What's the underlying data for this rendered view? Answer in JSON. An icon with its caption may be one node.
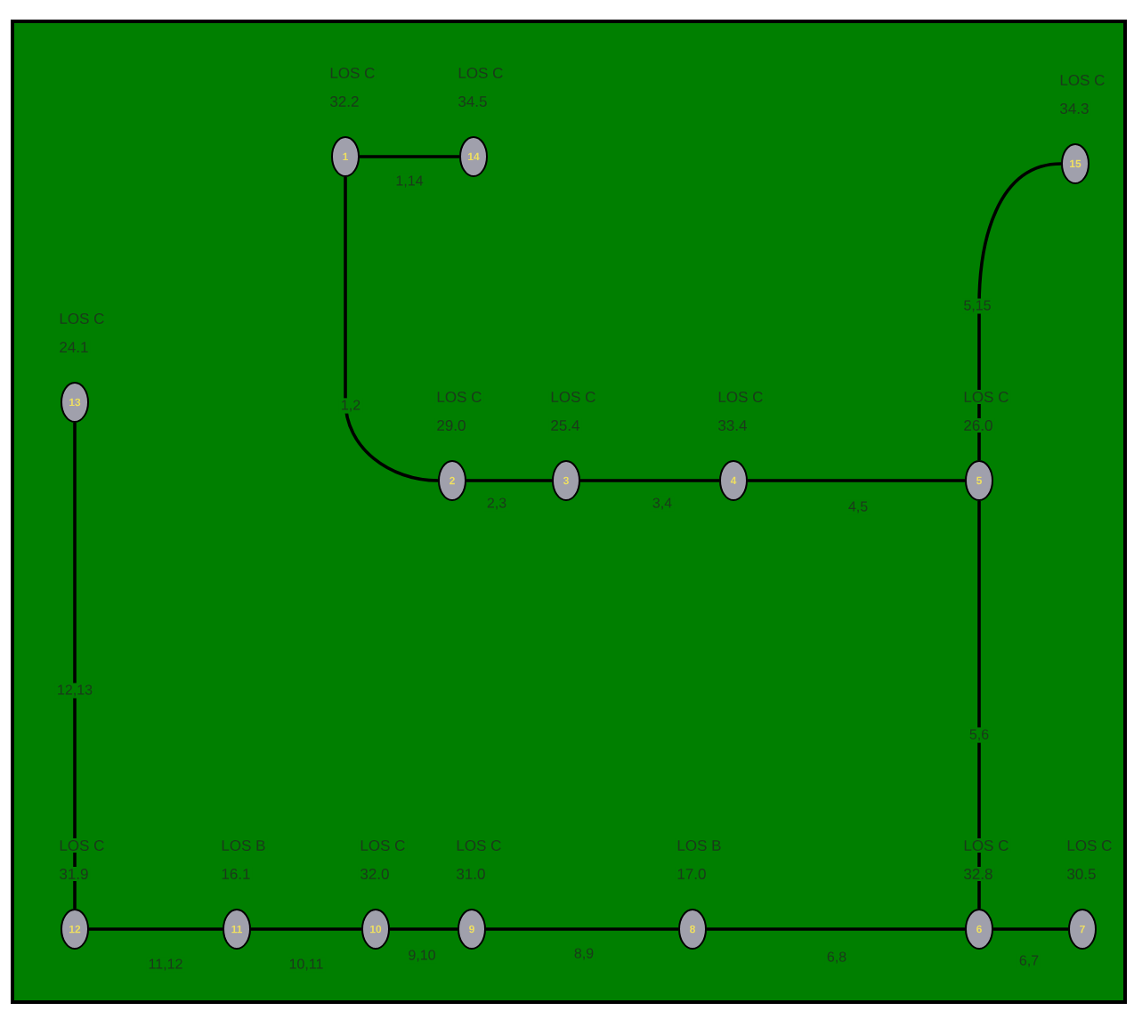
{
  "diagram": {
    "nodes": [
      {
        "text": [
          "1"
        ],
        "beside": [
          "LOS C",
          "32.2"
        ]
      },
      {
        "text": [
          "2"
        ],
        "beside": [
          "LOS C",
          "29.0"
        ]
      },
      {
        "text": [
          "3"
        ],
        "beside": [
          "LOS C",
          "25.4"
        ]
      },
      {
        "text": [
          "4"
        ],
        "beside": [
          "LOS C",
          "33.4"
        ]
      },
      {
        "text": [
          "5"
        ],
        "beside": [
          "LOS C",
          "26.0"
        ]
      },
      {
        "text": [
          "6"
        ],
        "beside": [
          "LOS C",
          "32.8"
        ]
      },
      {
        "text": [
          "7"
        ],
        "beside": [
          "LOS C",
          "30.5"
        ]
      },
      {
        "text": [
          "8"
        ],
        "beside": [
          "LOS B",
          "17.0"
        ]
      },
      {
        "text": [
          "9"
        ],
        "beside": [
          "LOS C",
          "31.0"
        ]
      },
      {
        "text": [
          "10"
        ],
        "beside": [
          "LOS C",
          "32.0"
        ]
      },
      {
        "text": [
          "11"
        ],
        "beside": [
          "LOS B",
          "16.1"
        ]
      },
      {
        "text": [
          "12"
        ],
        "beside": [
          "LOS C",
          "31.9"
        ]
      },
      {
        "text": [
          "13"
        ],
        "beside": [
          "LOS C",
          "24.1"
        ]
      },
      {
        "text": [
          "14"
        ],
        "beside": [
          "LOS C",
          "34.5"
        ]
      },
      {
        "text": [
          "15"
        ],
        "beside": [
          "LOS C",
          "34.3"
        ]
      }
    ],
    "edges": [
      {
        "from": 0,
        "to": 13,
        "arrow": "none",
        "label": "1,14"
      },
      {
        "from": 0,
        "to": 1,
        "arrow": "none",
        "label": "1,2"
      },
      {
        "from": 1,
        "to": 2,
        "arrow": "none",
        "label": "2,3"
      },
      {
        "from": 2,
        "to": 3,
        "arrow": "none",
        "label": "3,4"
      },
      {
        "from": 3,
        "to": 4,
        "arrow": "none",
        "label": "4,5"
      },
      {
        "from": 4,
        "to": 14,
        "arrow": "none",
        "label": "5,15"
      },
      {
        "from": 4,
        "to": 5,
        "arrow": "none",
        "label": "5,6"
      },
      {
        "from": 5,
        "to": 6,
        "arrow": "none",
        "label": "6,7"
      },
      {
        "from": 5,
        "to": 7,
        "arrow": "none",
        "label": "6,8"
      },
      {
        "from": 7,
        "to": 8,
        "arrow": "none",
        "label": "8,9"
      },
      {
        "from": 8,
        "to": 9,
        "arrow": "none",
        "label": "9,10"
      },
      {
        "from": 9,
        "to": 10,
        "arrow": "none",
        "label": "10,11"
      },
      {
        "from": 10,
        "to": 11,
        "arrow": "none",
        "label": "11,12"
      },
      {
        "from": 11,
        "to": 12,
        "arrow": "none",
        "label": "12,13"
      }
    ]
  }
}
